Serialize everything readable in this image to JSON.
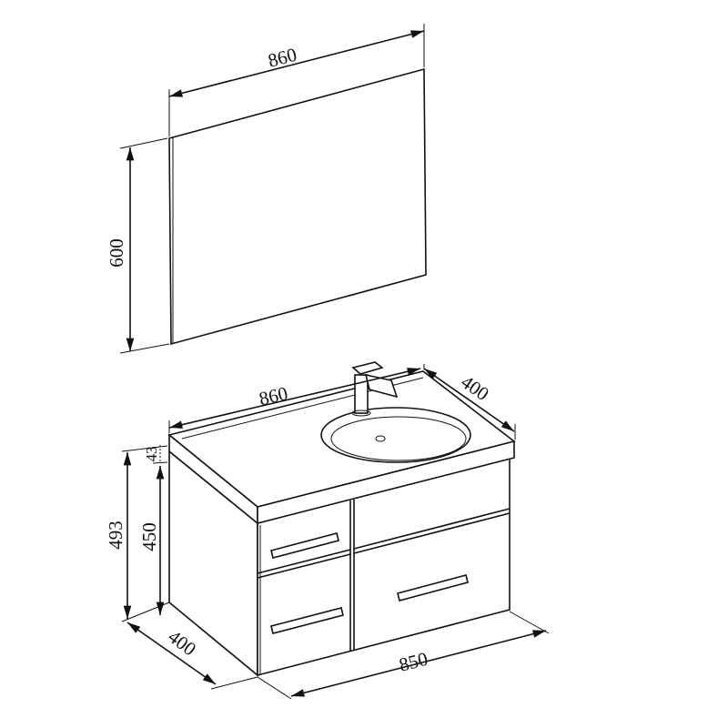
{
  "dimensions": {
    "mirror_width": "860",
    "mirror_height": "600",
    "countertop_width": "860",
    "countertop_depth": "400",
    "countertop_thickness": "43",
    "total_height": "493",
    "cabinet_height": "450",
    "cabinet_depth": "400",
    "cabinet_width": "850"
  }
}
